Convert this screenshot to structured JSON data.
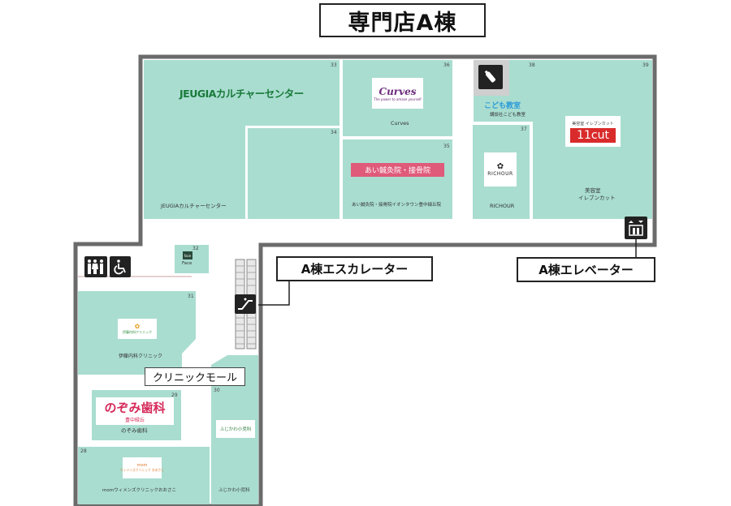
{
  "title": "専門店A棟",
  "shops": [
    {
      "num": "33",
      "logo": "JEUGIAカルチャーセンター",
      "name": "JEUGIAカルチャーセンター",
      "color": "#1a7a3a"
    },
    {
      "num": "34"
    },
    {
      "num": "35",
      "logo": "あい鍼灸院・接骨院",
      "name": "あい鍼灸院・接骨院イオンタウン豊中緑丘院",
      "color": "#e05a7a"
    },
    {
      "num": "36",
      "logo": "Curves",
      "tagline": "The power to amaze yourself",
      "name": "Curves",
      "color": "#6a2a7a"
    },
    {
      "num": "37",
      "logo": "RICHOUR",
      "name": "RICHOUR"
    },
    {
      "num": "38",
      "logo": "こども教室",
      "name": "講談社こども教室",
      "color": "#2a9ad8"
    },
    {
      "num": "39",
      "logo": "11cut",
      "logo_caption": "美容室 イレブンカット",
      "name_line1": "美容室",
      "name_line2": "イレブンカット",
      "color": "#d92b2b"
    },
    {
      "num": "32",
      "logo": "face",
      "name": "Face"
    },
    {
      "num": "31",
      "logo": "伊藤内科クリニック",
      "name": "伊藤内科クリニック"
    },
    {
      "num": "29",
      "logo": "のぞみ歯科",
      "logo_sub": "豊中緑丘",
      "name": "のぞみ歯科",
      "color": "#d62a5a"
    },
    {
      "num": "30",
      "logo": "ふじかわ小児科",
      "name": "ふじかわ小児科"
    },
    {
      "num": "28",
      "logo": "ウィメンズクリニック おおさこ",
      "logo_top": "mom",
      "name": "momウィメンズクリニックおおさこ",
      "color": "#e07a2a"
    }
  ],
  "callouts": {
    "escalator": "A棟エスカレーター",
    "elevator": "A棟エレベーター",
    "clinic_mall": "クリニックモール"
  },
  "icons": {
    "restroom": "restroom-icon",
    "wheelchair": "wheelchair-icon",
    "nursing": "baby-bottle-icon",
    "escalator": "escalator-icon",
    "elevator": "elevator-icon"
  },
  "colors": {
    "shop_fill": "#a9ddd0",
    "outline": "#6b6b6b"
  }
}
